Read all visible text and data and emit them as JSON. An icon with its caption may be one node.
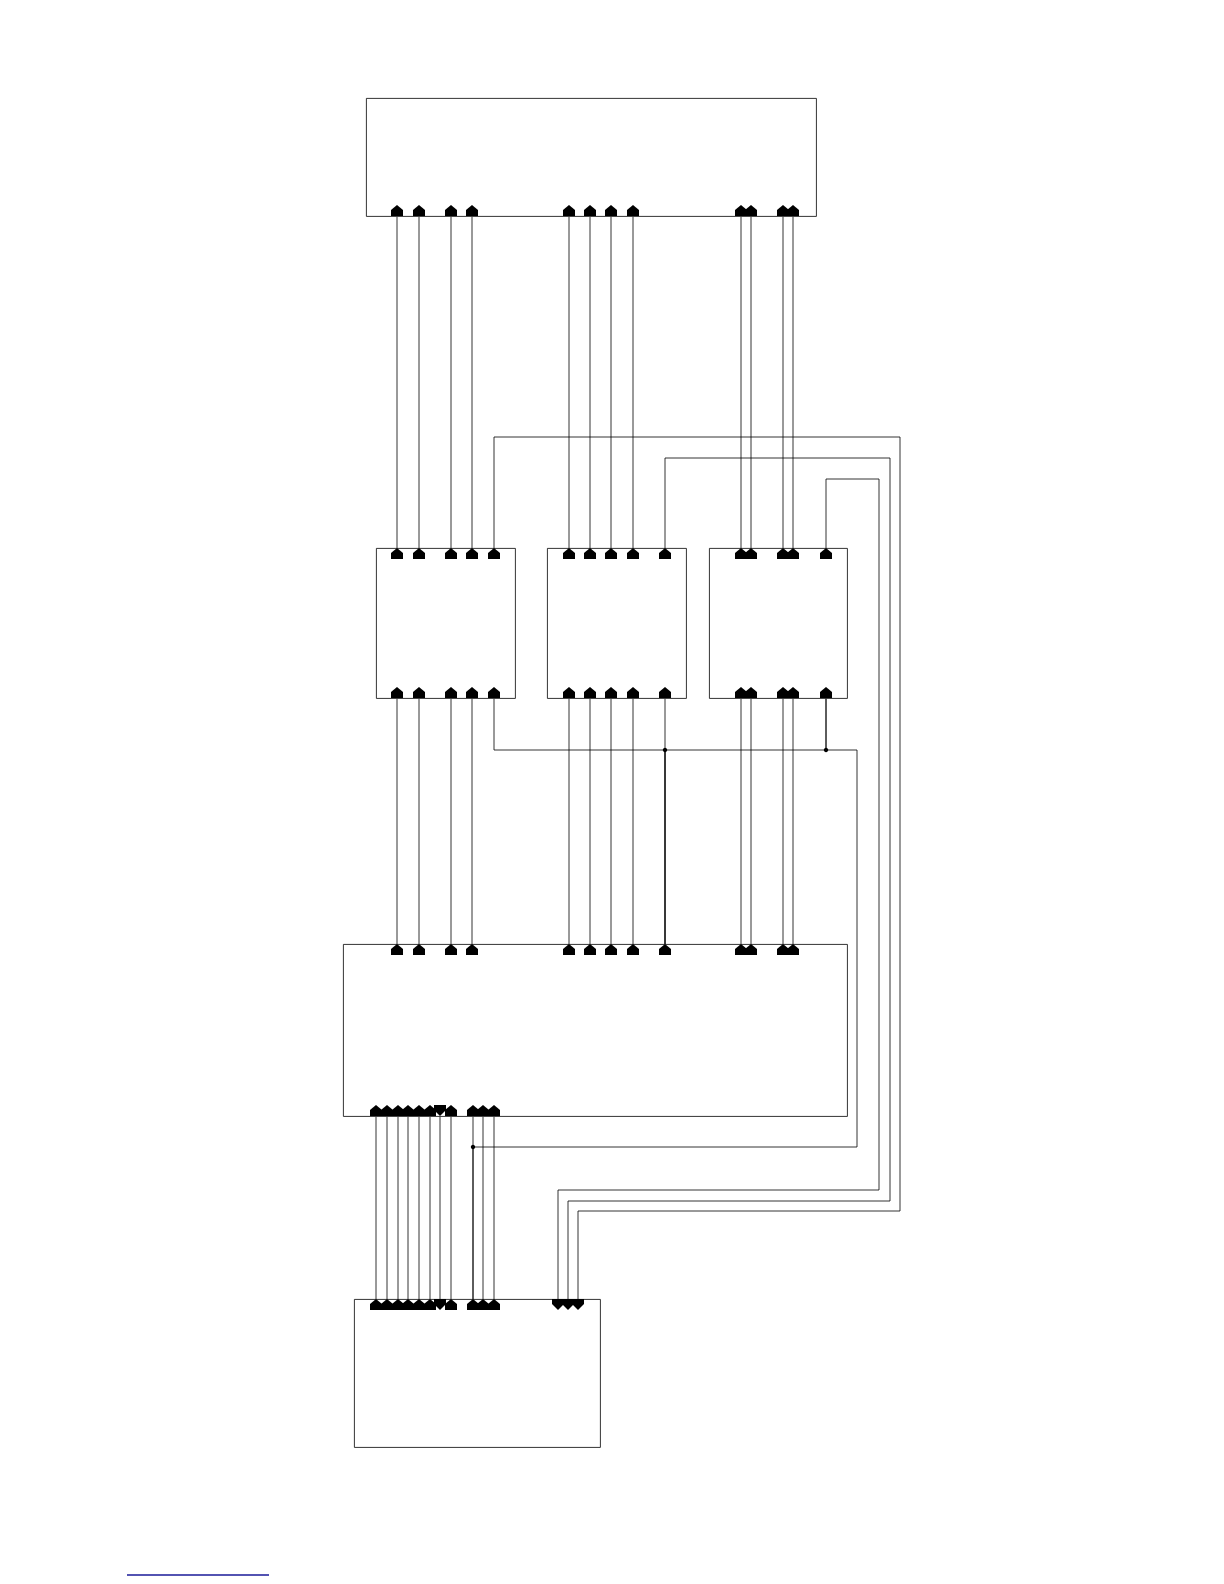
{
  "diagram": {
    "nodes": [
      {
        "text": [],
        "shape": "box"
      },
      {
        "text": [],
        "shape": "box"
      },
      {
        "text": [],
        "shape": "box"
      },
      {
        "text": [],
        "shape": "box"
      },
      {
        "text": [],
        "shape": "box"
      },
      {
        "text": [],
        "shape": "box"
      }
    ],
    "edges": [
      {
        "from": 0,
        "to": 1,
        "arrow": "none"
      },
      {
        "from": 0,
        "to": 1,
        "arrow": "none"
      },
      {
        "from": 0,
        "to": 1,
        "arrow": "none"
      },
      {
        "from": 0,
        "to": 1,
        "arrow": "none"
      },
      {
        "from": 0,
        "to": 2,
        "arrow": "none"
      },
      {
        "from": 0,
        "to": 2,
        "arrow": "none"
      },
      {
        "from": 0,
        "to": 2,
        "arrow": "none"
      },
      {
        "from": 0,
        "to": 2,
        "arrow": "none"
      },
      {
        "from": 0,
        "to": 3,
        "arrow": "none"
      },
      {
        "from": 0,
        "to": 3,
        "arrow": "none"
      },
      {
        "from": 0,
        "to": 3,
        "arrow": "none"
      },
      {
        "from": 0,
        "to": 3,
        "arrow": "none"
      },
      {
        "from": 1,
        "to": 4,
        "arrow": "none"
      },
      {
        "from": 1,
        "to": 4,
        "arrow": "none"
      },
      {
        "from": 1,
        "to": 4,
        "arrow": "none"
      },
      {
        "from": 1,
        "to": 4,
        "arrow": "none"
      },
      {
        "from": 2,
        "to": 4,
        "arrow": "none"
      },
      {
        "from": 2,
        "to": 4,
        "arrow": "none"
      },
      {
        "from": 2,
        "to": 4,
        "arrow": "none"
      },
      {
        "from": 2,
        "to": 4,
        "arrow": "none"
      },
      {
        "from": 2,
        "to": 4,
        "arrow": "none"
      },
      {
        "from": 3,
        "to": 4,
        "arrow": "none"
      },
      {
        "from": 3,
        "to": 4,
        "arrow": "none"
      },
      {
        "from": 3,
        "to": 4,
        "arrow": "none"
      },
      {
        "from": 3,
        "to": 4,
        "arrow": "none"
      },
      {
        "from": 4,
        "to": 5,
        "arrow": "none"
      },
      {
        "from": 4,
        "to": 5,
        "arrow": "none"
      },
      {
        "from": 4,
        "to": 5,
        "arrow": "none"
      },
      {
        "from": 4,
        "to": 5,
        "arrow": "none"
      },
      {
        "from": 4,
        "to": 5,
        "arrow": "none"
      },
      {
        "from": 4,
        "to": 5,
        "arrow": "none"
      },
      {
        "from": 4,
        "to": 5,
        "arrow": "none"
      },
      {
        "from": 4,
        "to": 5,
        "arrow": "none"
      },
      {
        "from": 4,
        "to": 5,
        "arrow": "none"
      },
      {
        "from": 4,
        "to": 5,
        "arrow": "none"
      },
      {
        "from": 4,
        "to": 5,
        "arrow": "none"
      },
      {
        "from": 1,
        "to": 5,
        "arrow": "none"
      },
      {
        "from": 2,
        "to": 5,
        "arrow": "none"
      },
      {
        "from": 3,
        "to": 5,
        "arrow": "none"
      },
      {
        "from": 1,
        "to": 4,
        "arrow": "none"
      },
      {
        "from": 3,
        "to": 4,
        "arrow": "none"
      },
      {
        "from": 3,
        "to": 5,
        "arrow": "none"
      }
    ]
  }
}
